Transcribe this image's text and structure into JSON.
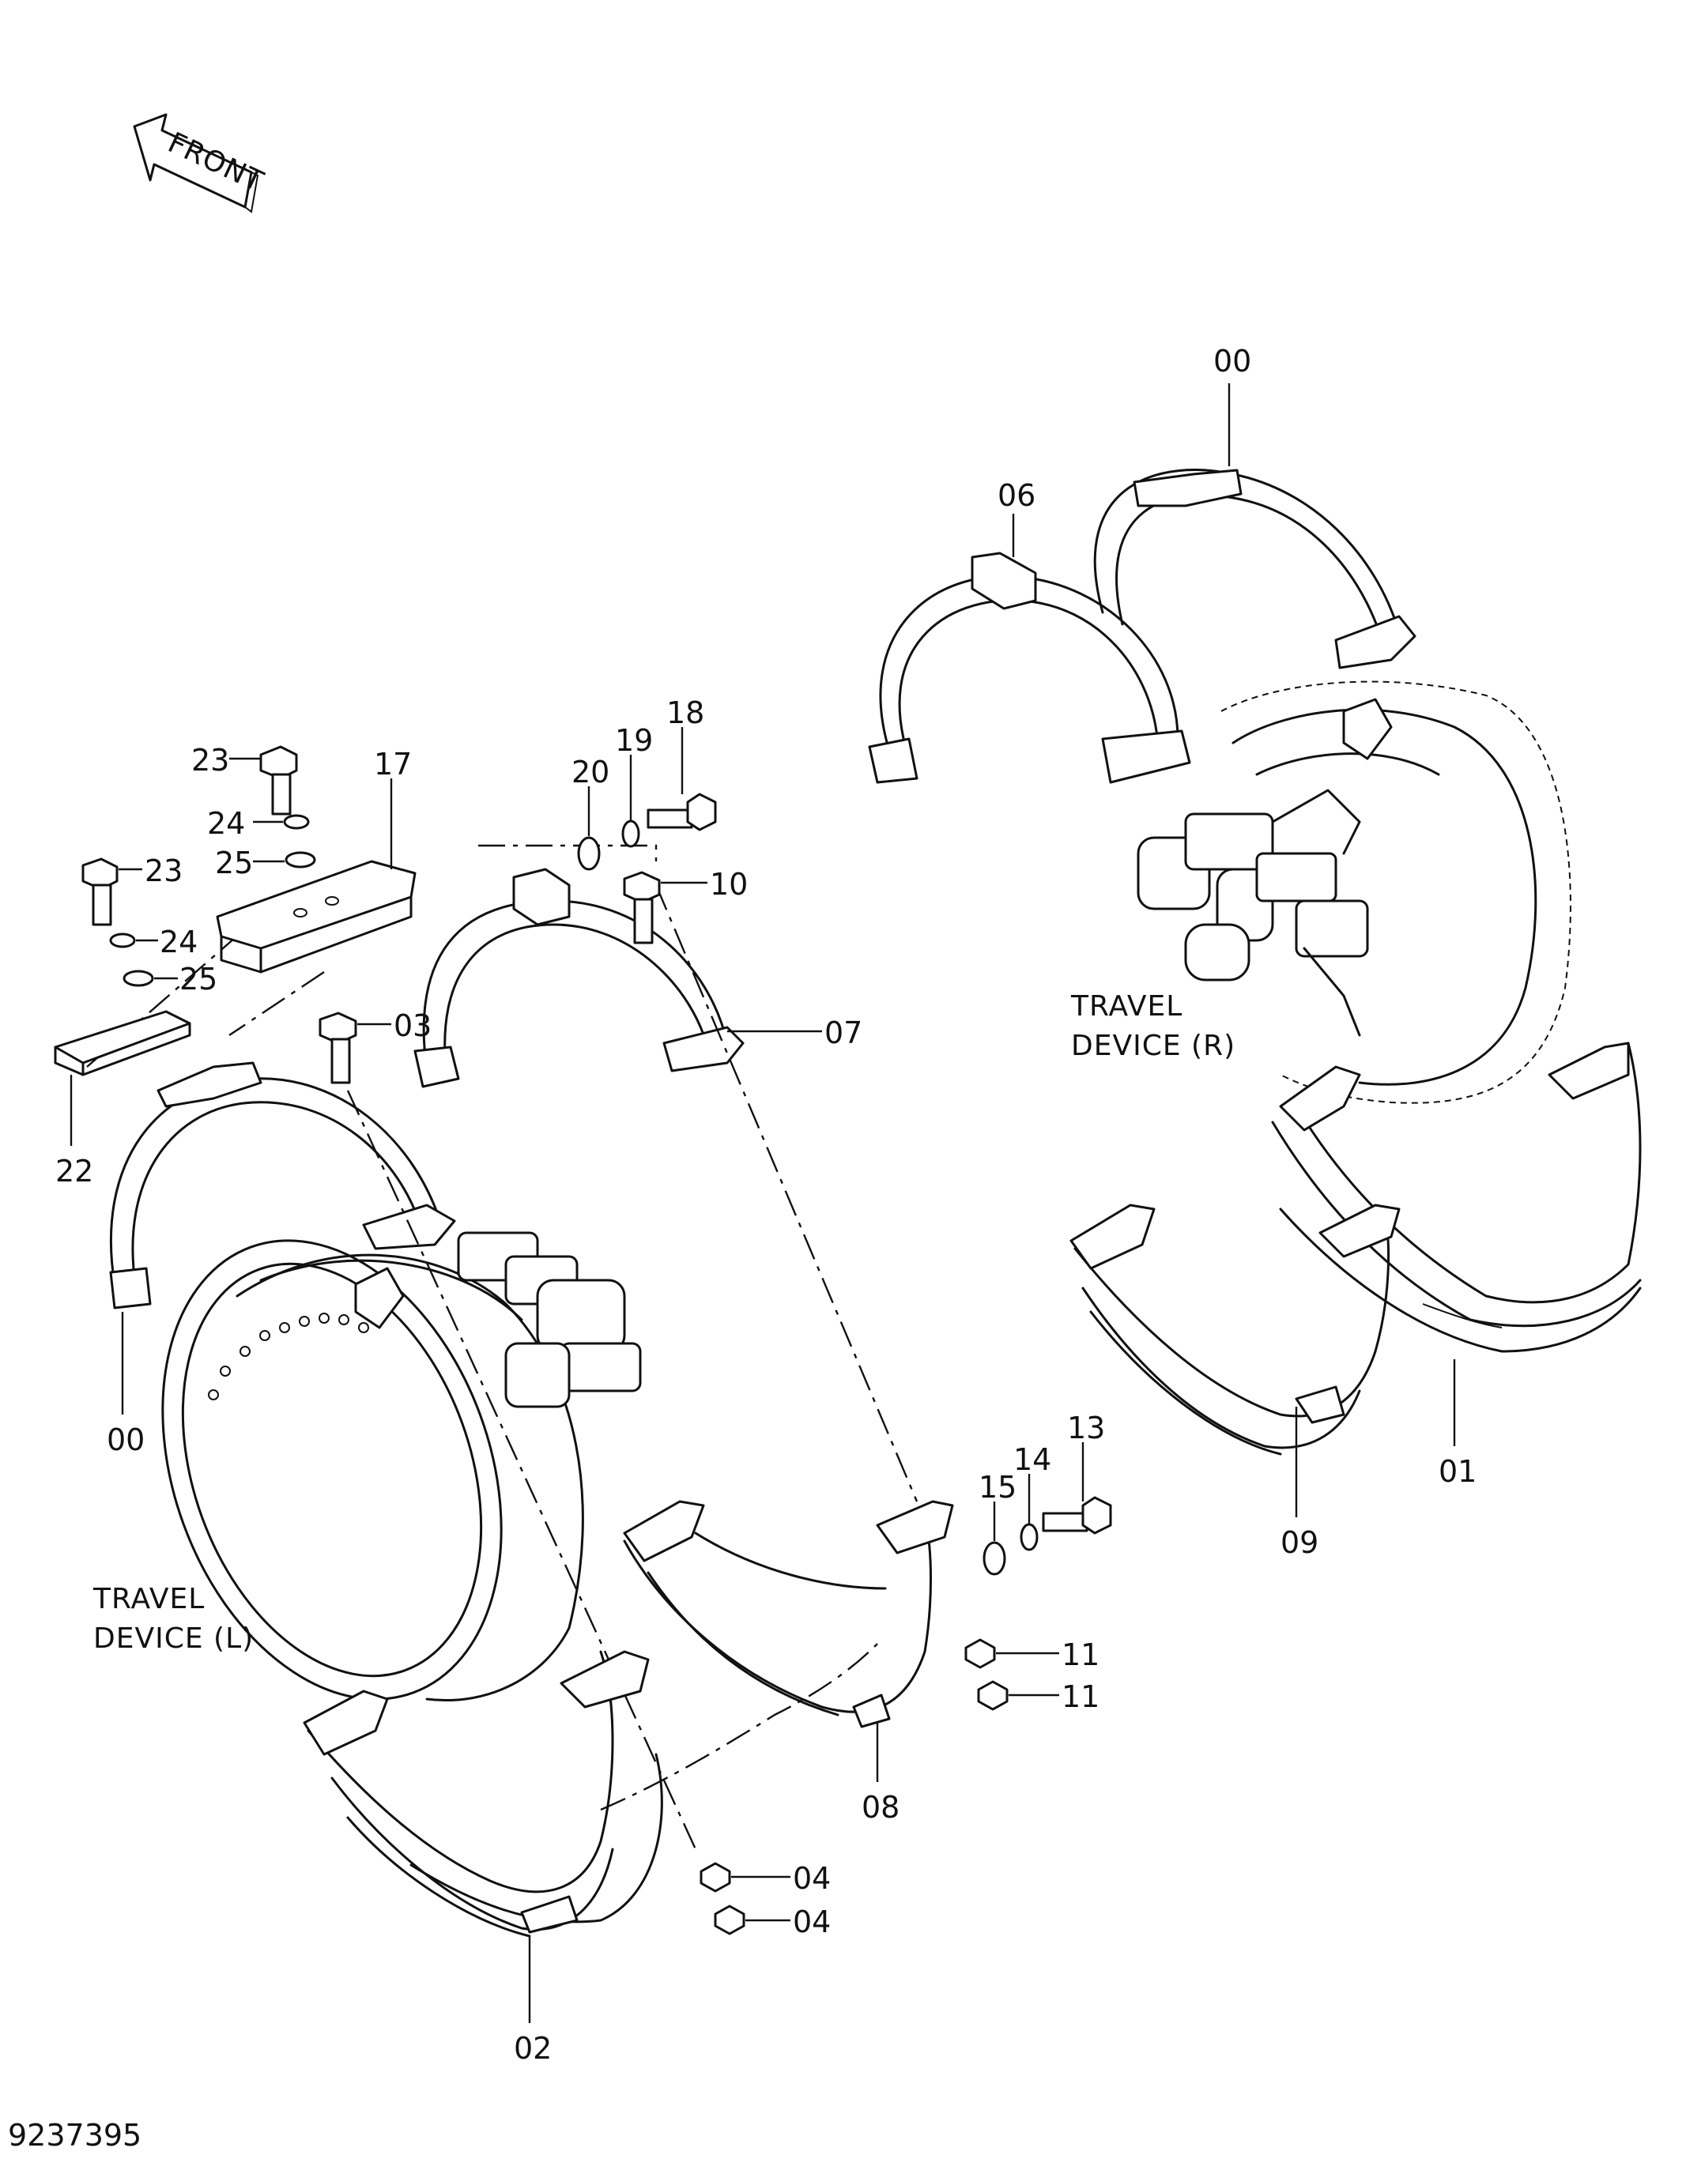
{
  "diagram": {
    "drawing_number": "9237395",
    "front_arrow_label": "FRONT",
    "travel_device_left": {
      "line1": "TRAVEL",
      "line2": "DEVICE  (L)"
    },
    "travel_device_right": {
      "line1": "TRAVEL",
      "line2": "DEVICE  (R)"
    },
    "callouts": {
      "c00_top": "00",
      "c06": "06",
      "c18": "18",
      "c19": "19",
      "c20": "20",
      "c17": "17",
      "c23_top": "23",
      "c24_top": "24",
      "c25_top": "25",
      "c23_left": "23",
      "c24_left": "24",
      "c25_left": "25",
      "c10": "10",
      "c03": "03",
      "c07": "07",
      "c22": "22",
      "c00_left": "00",
      "c13": "13",
      "c14": "14",
      "c15": "15",
      "c11_a": "11",
      "c11_b": "11",
      "c08": "08",
      "c04_a": "04",
      "c04_b": "04",
      "c02": "02",
      "c09": "09",
      "c01": "01"
    }
  }
}
